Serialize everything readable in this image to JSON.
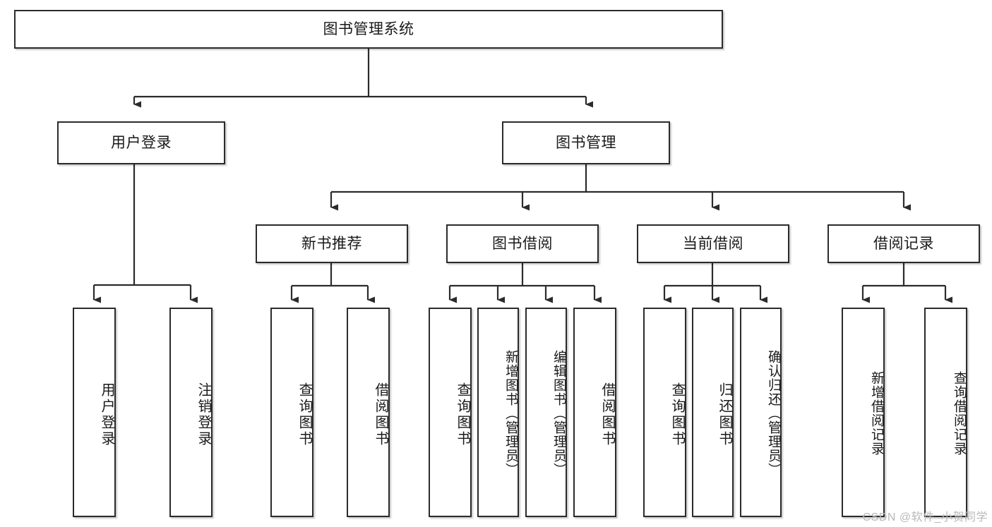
{
  "diagram": {
    "title": "图书管理系统",
    "type": "tree-structure-chart",
    "watermark": "CSDN @软件_小贺同学",
    "colors": {
      "node_border": "#2b2b2b",
      "node_fill": "#ffffff",
      "edge": "#2b2b2b",
      "text": "#1a1a1a",
      "watermark": "#b9b9b9",
      "background": "#ffffff"
    },
    "root": {
      "id": "root",
      "label": "图书管理系统"
    },
    "level2": [
      {
        "id": "user-login",
        "label": "用户登录"
      },
      {
        "id": "book-manage",
        "label": "图书管理"
      }
    ],
    "level3": [
      {
        "id": "new-book-recommend",
        "label": "新书推荐"
      },
      {
        "id": "book-borrow",
        "label": "图书借阅"
      },
      {
        "id": "current-borrow",
        "label": "当前借阅"
      },
      {
        "id": "borrow-record",
        "label": "借阅记录"
      }
    ],
    "leaves": {
      "user_login": [
        {
          "id": "leaf-user-login",
          "label": "用户登录"
        },
        {
          "id": "leaf-logout-login",
          "label": "注销登录"
        }
      ],
      "new_book_recommend": [
        {
          "id": "leaf-query-book-1",
          "label": "查询图书"
        },
        {
          "id": "leaf-borrow-book-1",
          "label": "借阅图书"
        }
      ],
      "book_borrow": [
        {
          "id": "leaf-query-book-2",
          "label": "查询图书"
        },
        {
          "id": "leaf-add-book",
          "label": "新增图书（管理员）"
        },
        {
          "id": "leaf-edit-book",
          "label": "编辑图书（管理员）"
        },
        {
          "id": "leaf-borrow-book-2",
          "label": "借阅图书"
        }
      ],
      "current_borrow": [
        {
          "id": "leaf-query-book-3",
          "label": "查询图书"
        },
        {
          "id": "leaf-return-book",
          "label": "归还图书"
        },
        {
          "id": "leaf-confirm-return",
          "label": "确认归还（管理员）"
        }
      ],
      "borrow_record": [
        {
          "id": "leaf-add-record",
          "label": "新增借阅记录"
        },
        {
          "id": "leaf-query-record",
          "label": "查询借阅记录"
        }
      ]
    }
  }
}
